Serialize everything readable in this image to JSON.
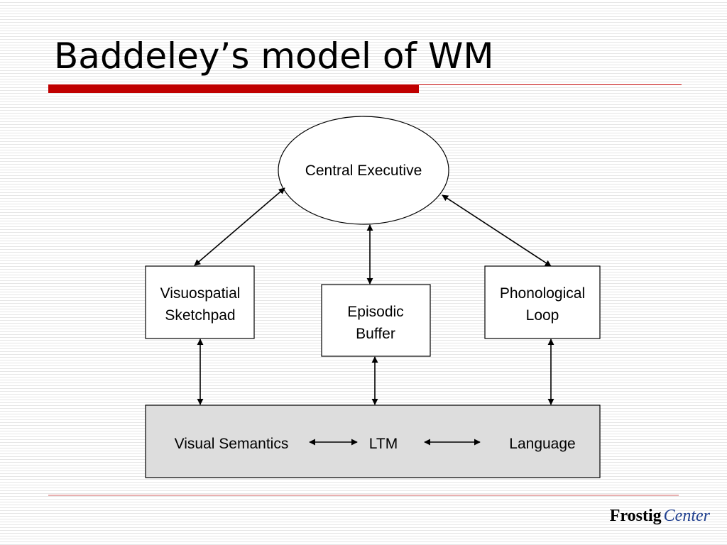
{
  "slide": {
    "title": "Baddeley’s model of WM"
  },
  "diagram": {
    "central_executive": "Central Executive",
    "visuospatial_sketchpad": [
      "Visuospatial",
      "Sketchpad"
    ],
    "episodic_buffer": [
      "Episodic",
      "Buffer"
    ],
    "phonological_loop": [
      "Phonological",
      "Loop"
    ],
    "ltm_panel": {
      "visual_semantics": "Visual Semantics",
      "ltm": "LTM",
      "language": "Language"
    }
  },
  "footer": {
    "brand_main": "Frostig",
    "brand_accent": "Center"
  },
  "colors": {
    "title_bar": "#c00000",
    "brand_accent": "#1f3f8f",
    "ltm_panel_fill": "#dddddd"
  }
}
